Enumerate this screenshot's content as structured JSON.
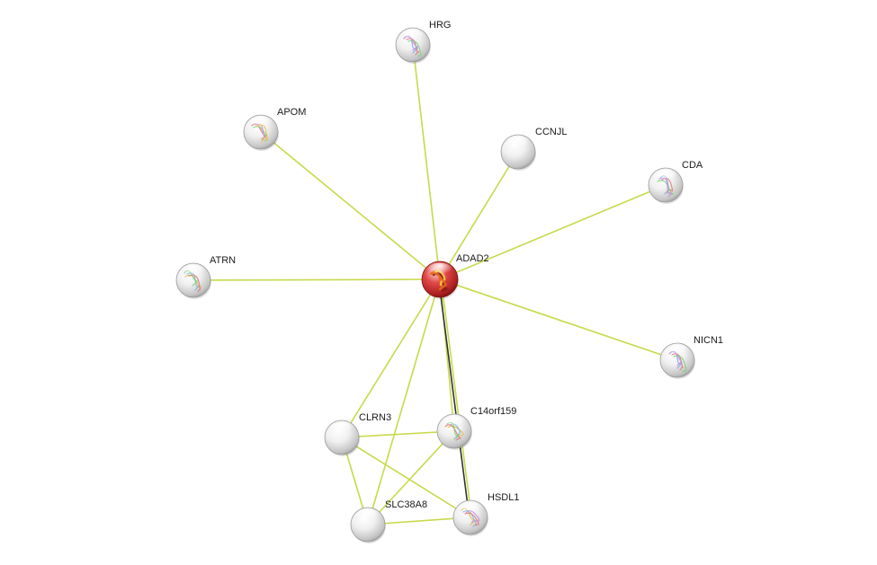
{
  "nodes": [
    {
      "id": "ADAD2",
      "label": "ADAD2",
      "kind": "query",
      "structure": true
    },
    {
      "id": "HRG",
      "label": "HRG",
      "kind": "neighbor",
      "structure": true
    },
    {
      "id": "APOM",
      "label": "APOM",
      "kind": "neighbor",
      "structure": true
    },
    {
      "id": "CCNJL",
      "label": "CCNJL",
      "kind": "neighbor",
      "structure": false
    },
    {
      "id": "CDA",
      "label": "CDA",
      "kind": "neighbor",
      "structure": true
    },
    {
      "id": "ATRN",
      "label": "ATRN",
      "kind": "neighbor",
      "structure": true
    },
    {
      "id": "NICN1",
      "label": "NICN1",
      "kind": "neighbor",
      "structure": true
    },
    {
      "id": "CLRN3",
      "label": "CLRN3",
      "kind": "neighbor",
      "structure": false
    },
    {
      "id": "C14orf159",
      "label": "C14orf159",
      "kind": "neighbor",
      "structure": true
    },
    {
      "id": "SLC38A8",
      "label": "SLC38A8",
      "kind": "neighbor",
      "structure": false
    },
    {
      "id": "HSDL1",
      "label": "HSDL1",
      "kind": "neighbor",
      "structure": true
    }
  ],
  "edges": [
    {
      "from": "ADAD2",
      "to": "HRG",
      "evidence": [
        "textmining"
      ]
    },
    {
      "from": "ADAD2",
      "to": "APOM",
      "evidence": [
        "textmining"
      ]
    },
    {
      "from": "ADAD2",
      "to": "CCNJL",
      "evidence": [
        "textmining"
      ]
    },
    {
      "from": "ADAD2",
      "to": "CDA",
      "evidence": [
        "textmining"
      ]
    },
    {
      "from": "ADAD2",
      "to": "ATRN",
      "evidence": [
        "textmining"
      ]
    },
    {
      "from": "ADAD2",
      "to": "NICN1",
      "evidence": [
        "textmining"
      ]
    },
    {
      "from": "ADAD2",
      "to": "CLRN3",
      "evidence": [
        "textmining"
      ]
    },
    {
      "from": "ADAD2",
      "to": "C14orf159",
      "evidence": [
        "textmining"
      ]
    },
    {
      "from": "ADAD2",
      "to": "SLC38A8",
      "evidence": [
        "textmining"
      ]
    },
    {
      "from": "ADAD2",
      "to": "HSDL1",
      "evidence": [
        "textmining",
        "coexpression"
      ]
    },
    {
      "from": "CLRN3",
      "to": "C14orf159",
      "evidence": [
        "textmining"
      ]
    },
    {
      "from": "CLRN3",
      "to": "SLC38A8",
      "evidence": [
        "textmining"
      ]
    },
    {
      "from": "CLRN3",
      "to": "HSDL1",
      "evidence": [
        "textmining"
      ]
    },
    {
      "from": "SLC38A8",
      "to": "C14orf159",
      "evidence": [
        "textmining"
      ]
    },
    {
      "from": "SLC38A8",
      "to": "HSDL1",
      "evidence": [
        "textmining"
      ]
    }
  ],
  "colors": {
    "textmining": "#c8d94a",
    "coexpression": "#333333",
    "query_node": "#d23a3a",
    "neighbor_node": "#e6e6e6",
    "label": "#1a1a1a"
  }
}
